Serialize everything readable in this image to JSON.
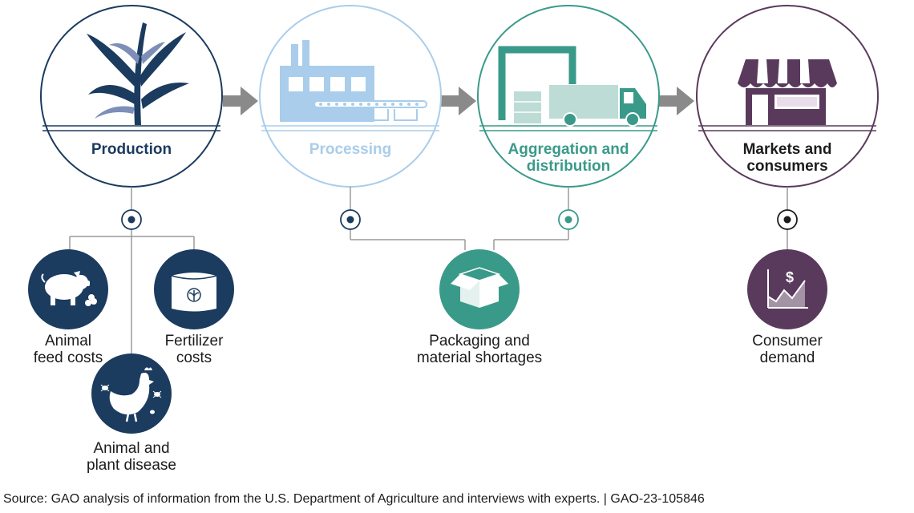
{
  "colors": {
    "production": "#1b3b5f",
    "processing": "#a9cdeb",
    "aggregation": "#3a9a8a",
    "markets": "#5a3a5c",
    "arrow": "#8a8a8a",
    "connector": "#9a9a9a"
  },
  "stages": [
    {
      "label": "Production",
      "icon": "plant-icon"
    },
    {
      "label": "Processing",
      "icon": "factory-icon"
    },
    {
      "label": "Aggregation and\ndistribution",
      "icon": "truck-icon"
    },
    {
      "label": "Markets and\nconsumers",
      "icon": "store-icon"
    }
  ],
  "risks": [
    {
      "label": "Animal\nfeed costs",
      "icon": "pig-icon"
    },
    {
      "label": "Fertilizer\ncosts",
      "icon": "fertilizer-bag-icon"
    },
    {
      "label": "Animal and\nplant disease",
      "icon": "chicken-icon"
    },
    {
      "label": "Packaging and\nmaterial shortages",
      "icon": "box-icon"
    },
    {
      "label": "Consumer\ndemand",
      "icon": "price-chart-icon"
    }
  ],
  "source": "Source: GAO analysis of information from the U.S. Department of Agriculture and interviews with experts.  |  GAO-23-105846"
}
